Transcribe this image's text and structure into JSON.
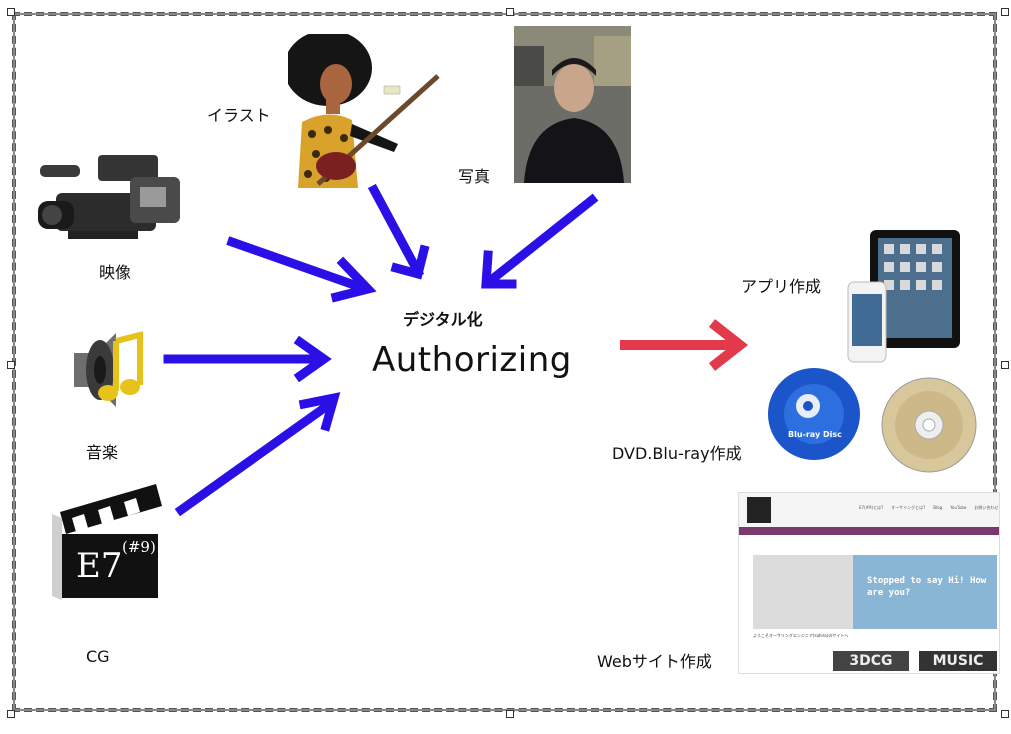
{
  "center": {
    "subtitle": "デジタル化",
    "title": "Authorizing"
  },
  "inputs": {
    "illust": "イラスト",
    "photo": "写真",
    "video": "映像",
    "music": "音楽",
    "cg": "CG"
  },
  "outputs": {
    "app": "アプリ作成",
    "dvd": "DVD.Blu-ray作成",
    "web": "Webサイト作成"
  },
  "clapper_text": {
    "main": "E7",
    "sup": "(#9)"
  },
  "bluray_text": "Blu-ray Disc",
  "website": {
    "hero_text": "Stopped to say Hi! How are you?",
    "welcome": "ようこそオーサリングエンジニア(sahira)のサイトへ",
    "badges": [
      "3DCG",
      "MUSIC"
    ],
    "nav": [
      "E7(#9)とは?",
      "オーサリングとは?",
      "Blog",
      "YouTube",
      "お問い合わせ"
    ]
  },
  "colors": {
    "input_arrow": "#2a10e6",
    "output_arrow": "#e23a4a"
  }
}
